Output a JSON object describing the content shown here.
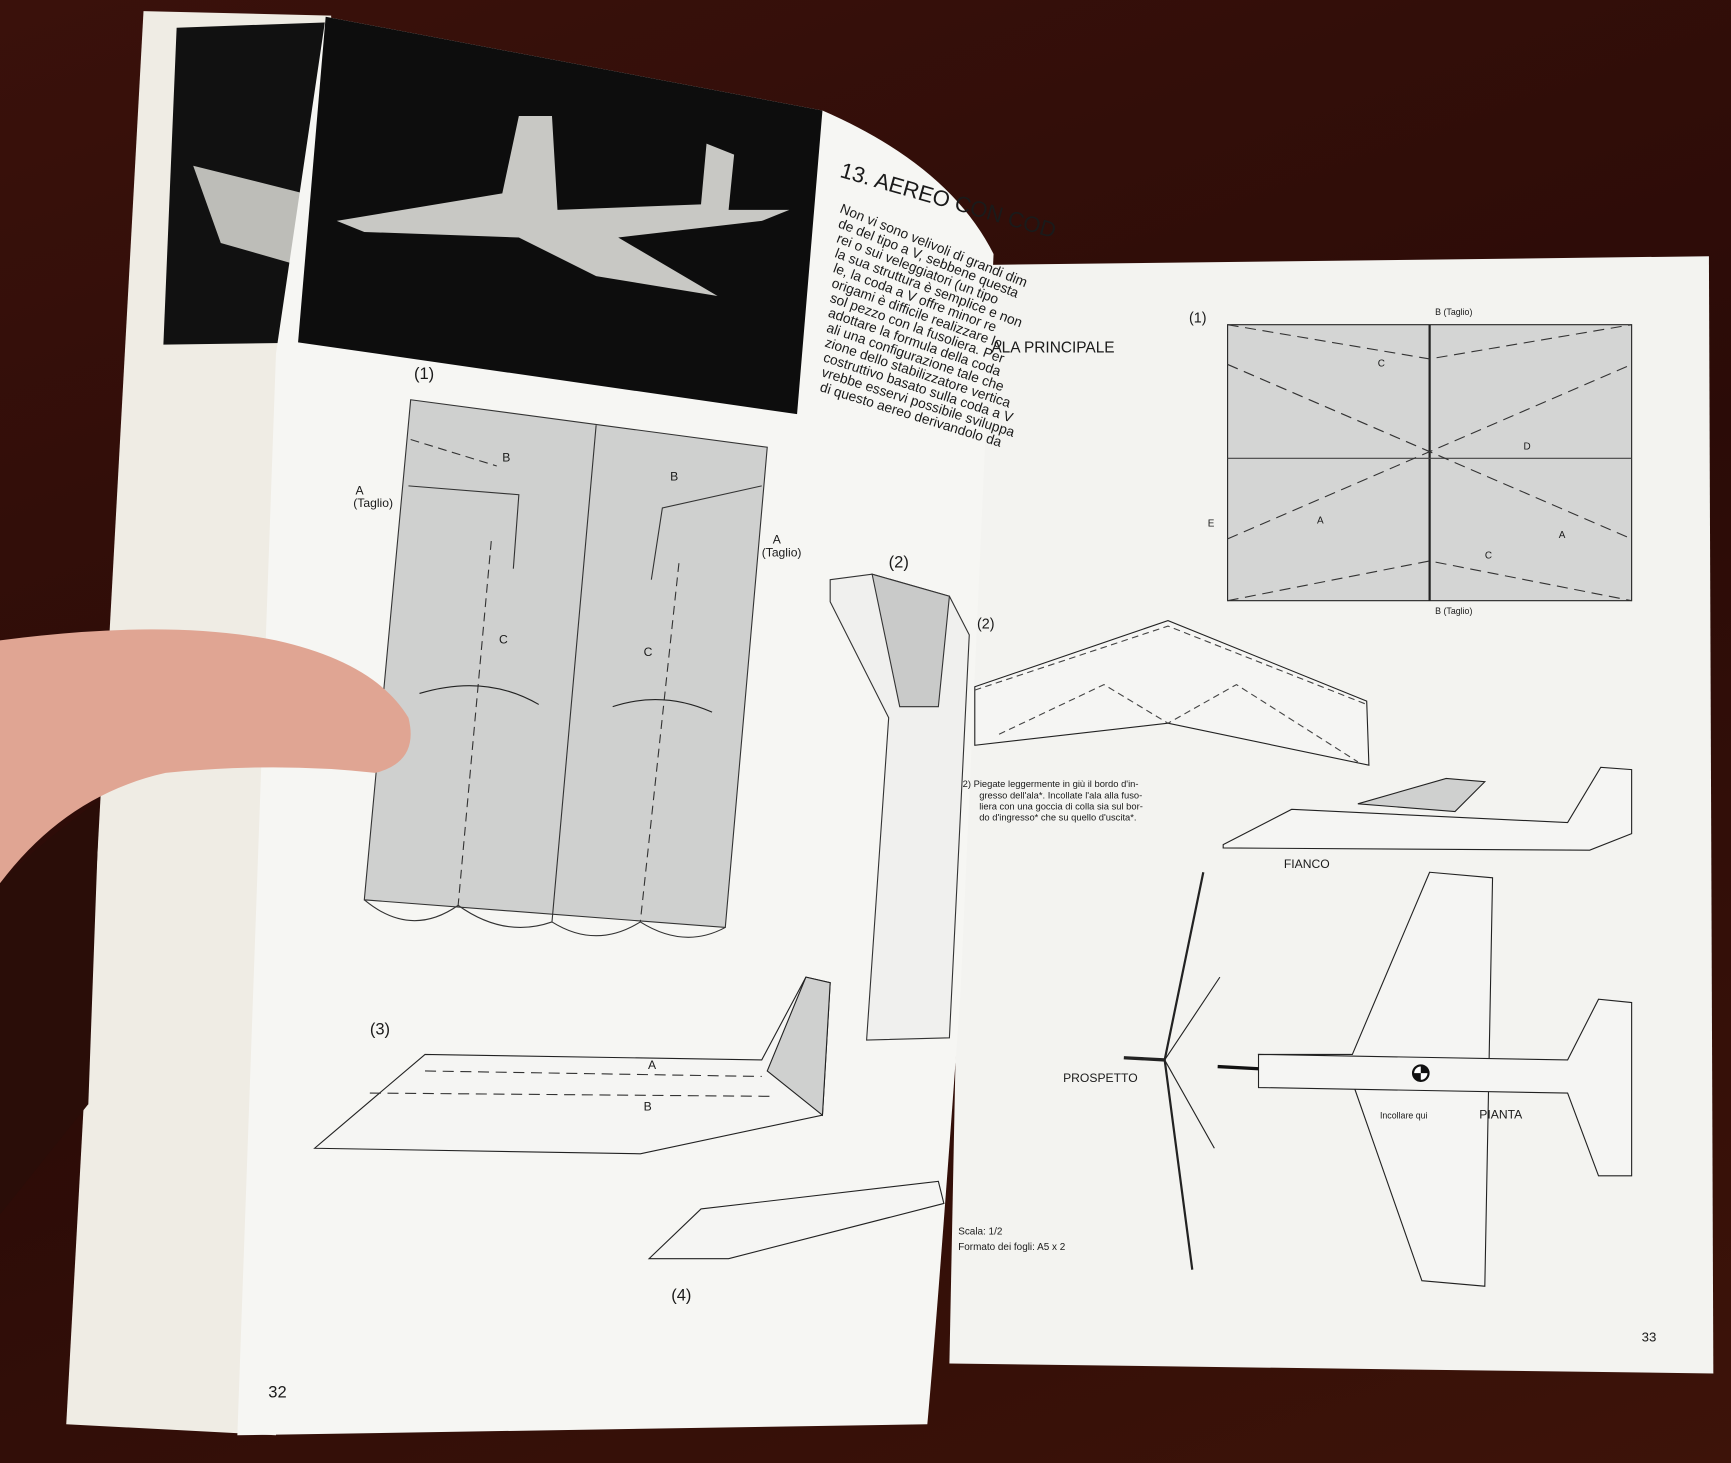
{
  "left_page": {
    "title": "13. AEREO CON COD",
    "intro_lines": [
      "Non vi sono velivoli di grandi dim",
      "de del tipo a V, sebbene questa",
      "rei o sui veleggiatori (un tipo",
      "la sua struttura è semplice e non",
      "le, la coda a V offre minor re",
      "origami è difficile realizzare lo",
      "sol pezzo con la fusoliera. Per",
      "adottare la formula della coda",
      "ali una configurazione tale che",
      "zione dello stabilizzatore vertica",
      "costruttivo basato sulla coda a V",
      "vrebbe esservi possibile sviluppa",
      "di questo aereo derivandolo da"
    ],
    "fig1_label": "(1)",
    "fig1_a_left": "A",
    "fig1_taglio_left": "(Taglio)",
    "fig1_b_left": "B",
    "fig1_b_right": "B",
    "fig1_a_right": "A",
    "fig1_taglio_right": "(Taglio)",
    "fig1_c_left": "C",
    "fig1_c_right": "C",
    "fig2_label": "(2)",
    "fig3_label": "(3)",
    "fig3_a": "A",
    "fig3_b": "B",
    "fig4_label": "(4)",
    "page_number": "32"
  },
  "right_page": {
    "fig1_label": "(1)",
    "section_title": "ALA PRINCIPALE",
    "b_taglio_top": "B (Taglio)",
    "b_taglio_bottom": "B (Taglio)",
    "c_top": "C",
    "c_bottom": "C",
    "d": "D",
    "e": "E",
    "a_left": "A",
    "a_right": "A",
    "fig2_label": "(2)",
    "caption_lines": [
      "2)  Piegate leggermente in giù il bordo d'in-",
      "gresso dell'ala*. Incollate l'ala alla fuso-",
      "liera con una goccia di colla sia sul bor-",
      "do d'ingresso* che su quello d'uscita*."
    ],
    "fianco": "FIANCO",
    "prospetto": "PROSPETTO",
    "pianta": "PIANTA",
    "incollare_qui": "Incollare qui",
    "scala": "Scala:  1/2",
    "formato": "Formato dei fogli: A5 x 2",
    "page_number": "33"
  }
}
